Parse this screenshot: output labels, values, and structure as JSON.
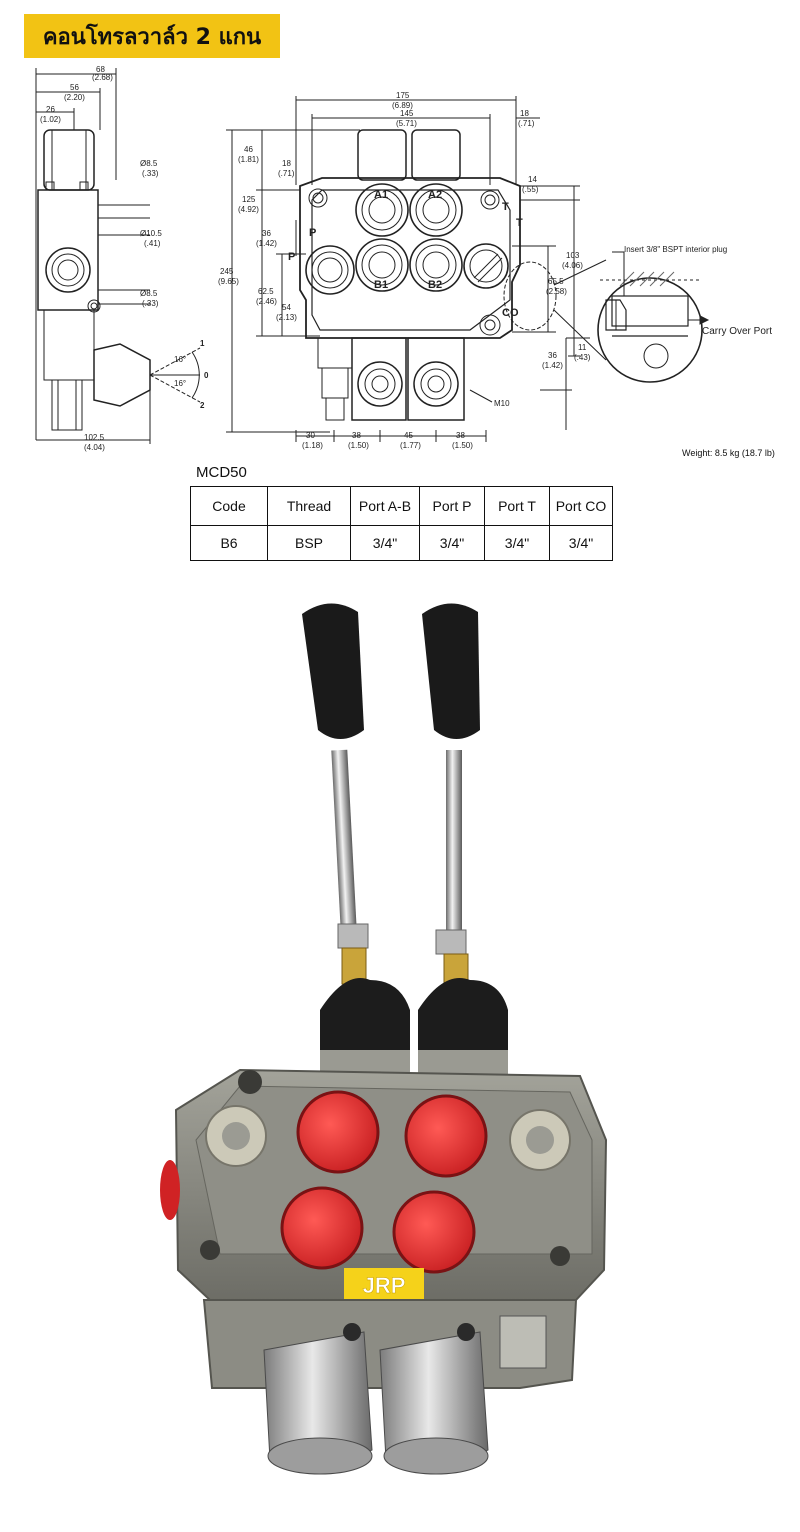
{
  "header": {
    "title": "คอนโทรลวาล์ว 2 แกน"
  },
  "drawing": {
    "side_view": {
      "dims": {
        "d68": "68",
        "d68in": "(2.68)",
        "d56": "56",
        "d56in": "(2.20)",
        "d26": "26",
        "d26in": "(1.02)",
        "r85a": "Ø8.5",
        "r85a_in": "(.33)",
        "r105": "Ø10.5",
        "r105_in": "(.41)",
        "r85b": "Ø8.5",
        "r85b_in": "(.33)",
        "d1025": "102.5",
        "d1025in": "(4.04)",
        "angle1": "16°",
        "angle2": "16°",
        "pos1": "1",
        "pos0": "0",
        "pos2": "2"
      }
    },
    "front_view": {
      "dims": {
        "d175": "175",
        "d175in": "(6.89)",
        "d145": "145",
        "d145in": "(5.71)",
        "d18r": "18",
        "d18r_in": "(.71)",
        "d46": "46",
        "d46in": "(1.81)",
        "d18l": "18",
        "d18l_in": "(.71)",
        "d125": "125",
        "d125in": "(4.92)",
        "d36l": "36",
        "d36l_in": "(1.42)",
        "d245": "245",
        "d245in": "(9.65)",
        "d625": "62.5",
        "d625in": "(2.46)",
        "d54": "54",
        "d54in": "(2.13)",
        "d14": "14",
        "d14in": "(.55)",
        "d103": "103",
        "d103in": "(4.06)",
        "d655": "65.5",
        "d655in": "(2.58)",
        "d11": "11",
        "d11in": "(.43)",
        "d36r": "36",
        "d36r_in": "(1.42)",
        "b30": "30",
        "b30in": "(1.18)",
        "b38a": "38",
        "b38a_in": "(1.50)",
        "b45": "45",
        "b45in": "(1.77)",
        "b38b": "38",
        "b38b_in": "(1.50)"
      },
      "ports": {
        "a1": "A1",
        "a2": "A2",
        "b1": "B1",
        "b2": "B2",
        "p_side": "P",
        "p_face": "P",
        "t": "T",
        "t_face": "T",
        "co": "CO"
      },
      "m10": "M10"
    },
    "detail": {
      "insert_note": "Insert 3/8\" BSPT interior plug",
      "carry_over": "Carry Over Port"
    },
    "weight": "Weight: 8.5 kg (18.7 lb)"
  },
  "specs": {
    "model": "MCD50",
    "headers": [
      "Code",
      "Thread",
      "Port A-B",
      "Port P",
      "Port T",
      "Port CO"
    ],
    "rows": [
      [
        "B6",
        "BSP",
        "3/4\"",
        "3/4\"",
        "3/4\"",
        "3/4\""
      ]
    ]
  },
  "photo": {
    "logo_text": "JRP"
  },
  "colors": {
    "badge": "#f2c314",
    "valve_body": "#8a8a80",
    "port_caps": "#e0282a",
    "knobs": "#1a1a1a",
    "logo_bg": "#f5d21a",
    "logo_text": "#ffffff"
  }
}
